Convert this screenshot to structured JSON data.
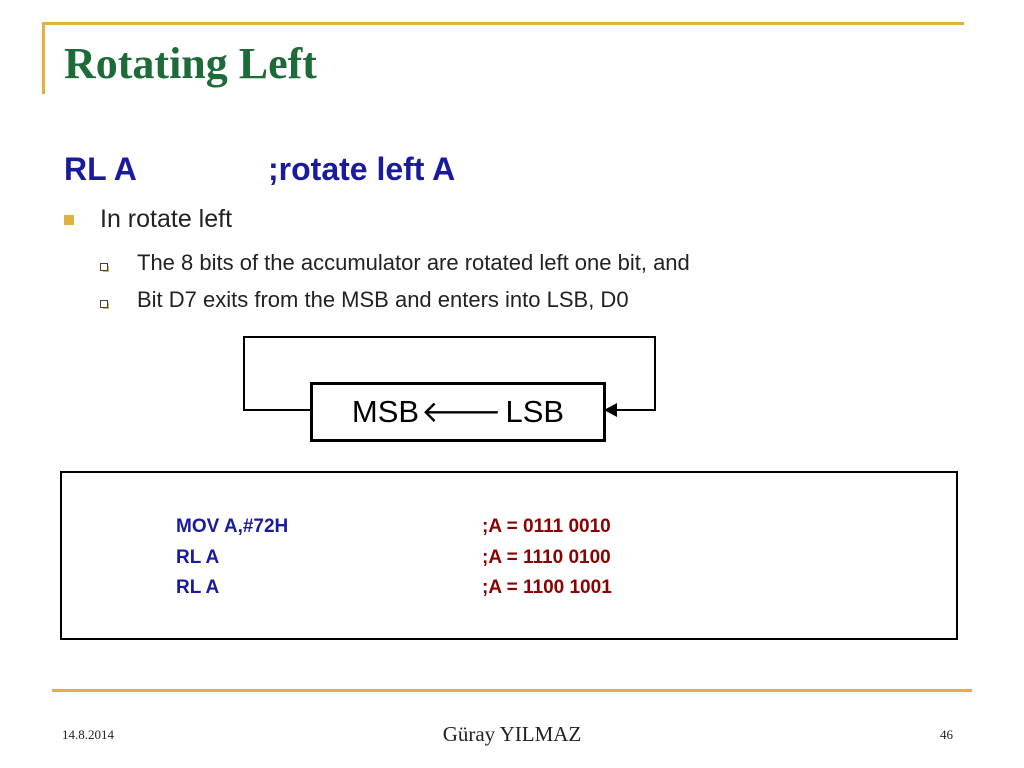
{
  "slide": {
    "title": "Rotating Left",
    "instruction": "RL A",
    "instruction_comment": ";rotate left A",
    "bullets": [
      {
        "text": "In rotate left",
        "sub": [
          "The 8 bits of the accumulator are rotated left one bit, and",
          "Bit D7 exits from the MSB and enters into LSB, D0"
        ]
      }
    ],
    "diagram": {
      "msb": "MSB",
      "arrow": "🡐",
      "lsb": "LSB"
    },
    "code": [
      {
        "instr": "MOV A,#72H",
        "comment": ";A = 0111 0010"
      },
      {
        "instr": "RL A",
        "comment": ";A = 1110 0100"
      },
      {
        "instr": "RL A",
        "comment": ";A = 1100 1001"
      }
    ]
  },
  "footer": {
    "date": "14.8.2014",
    "author": "Güray YILMAZ",
    "page": "46"
  },
  "colors": {
    "accent": "#e0b040",
    "title": "#1e6b3a",
    "subhead": "#1a1a9e",
    "comment": "#8b0000"
  }
}
